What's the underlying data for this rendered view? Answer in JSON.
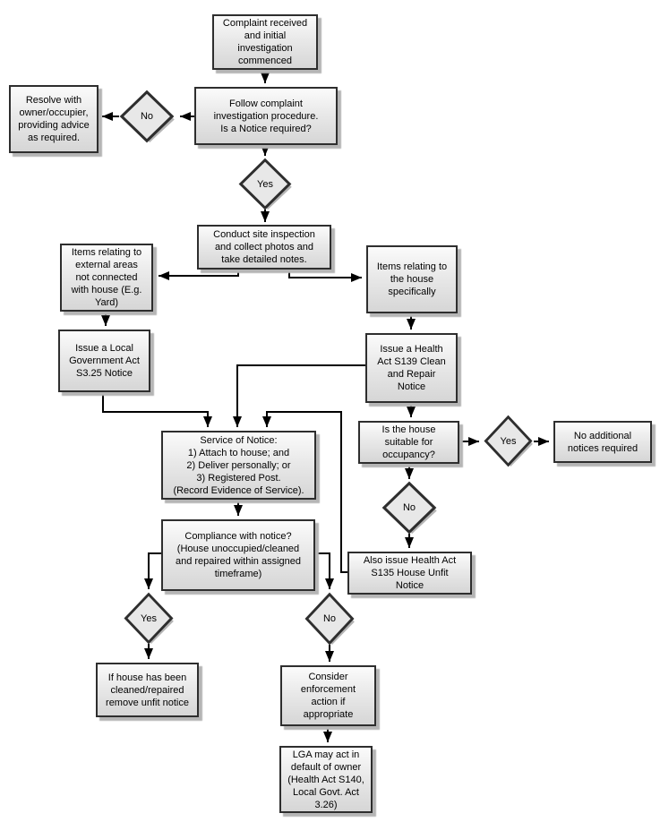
{
  "title": "Housing complaint and notice enforcement flowchart",
  "theme": {
    "background": "#ffffff",
    "box_fill_top": "#fbfbfb",
    "box_fill_bottom": "#d6d6d6",
    "box_border": "#2e2e2e",
    "shadow": "#b5b5b5",
    "line_color": "#000000",
    "text_color": "#000000"
  },
  "nodes": {
    "complaint": {
      "label": "Complaint received\nand initial\ninvestigation\ncommenced"
    },
    "follow_procedure": {
      "label": "Follow complaint\ninvestigation procedure.\nIs a Notice required?"
    },
    "resolve": {
      "label": "Resolve with\nowner/occupier,\nproviding advice\nas required."
    },
    "decision_notice_no": {
      "label": "No"
    },
    "decision_notice_yes": {
      "label": "Yes"
    },
    "conduct_site": {
      "label": "Conduct site inspection\nand collect photos and\ntake detailed notes."
    },
    "items_external": {
      "label": "Items relating to\nexternal areas\nnot connected\nwith house (E.g.\nYard)"
    },
    "items_house": {
      "label": "Items relating to\nthe house\nspecifically"
    },
    "issue_lga": {
      "label": "Issue a Local\nGovernment Act\nS3.25 Notice"
    },
    "issue_health_s139": {
      "label": "Issue a Health\nAct S139 Clean\nand Repair\nNotice"
    },
    "service_of_notice": {
      "label": "Service of Notice:\n1) Attach to house; and\n2) Deliver personally; or\n3) Registered Post.\n(Record Evidence of Service)."
    },
    "suitable_occupancy": {
      "label": "Is the house\nsuitable for\noccupancy?"
    },
    "decision_suitable_yes": {
      "label": "Yes"
    },
    "no_additional": {
      "label": "No additional\nnotices required"
    },
    "decision_suitable_no": {
      "label": "No"
    },
    "also_issue_s135": {
      "label": "Also issue Health Act\nS135 House Unfit\nNotice"
    },
    "compliance": {
      "label": "Compliance with notice?\n(House unoccupied/cleaned\nand repaired within assigned\ntimeframe)"
    },
    "decision_compliance_yes": {
      "label": "Yes"
    },
    "decision_compliance_no": {
      "label": "No"
    },
    "cleaned_remove": {
      "label": "If house has been\ncleaned/repaired\nremove unfit notice"
    },
    "consider_enforcement": {
      "label": "Consider\nenforcement\naction if\nappropriate"
    },
    "lga_default": {
      "label": "LGA may act in\ndefault of owner\n(Health Act S140,\nLocal Govt. Act\n3.26)"
    }
  }
}
